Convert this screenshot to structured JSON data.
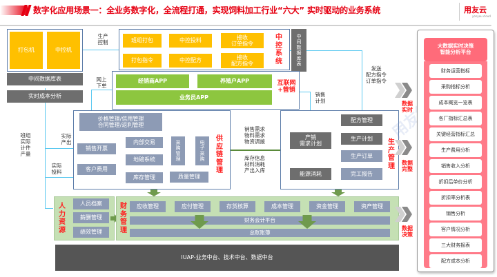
{
  "header": {
    "title": "数字化应用场景一：全业务数字化，全流程打通，实现饲料加工行业“六大” 实时驱动的业务系统",
    "logo": "用友云",
    "logo_sub": "yonyou cloud"
  },
  "left_top": {
    "machines": [
      "打包机",
      "中控机"
    ],
    "mid_db": "中间数据库表",
    "realtime_cost": "实时成本分析"
  },
  "labels": {
    "production_control": "生产\n控制",
    "online_order": "网上\n下单",
    "send_cmds": "发送\n配方指令\n订单指令",
    "sales_plan": "销售\n计划",
    "team_output": "班组\n实际\n计件\n产量",
    "actual_output": "实际\n产出",
    "actual_input": "实际\n投料",
    "sc_flow_top": "销售需求\n物料需求\n物资调拨",
    "sc_flow_bottom": "库存信息\n材料消耗\n产出入库"
  },
  "central_control": {
    "title": "中\n控\n系\n统",
    "boxes": [
      "班组打包",
      "中控投料",
      "接收\n订单指令",
      "打包指令",
      "中控配方",
      "接收\n配方指令"
    ],
    "side_db": "中\n间\n数\n据\n库\n表"
  },
  "internet": {
    "title": "互联网\n+营销",
    "apps": [
      "经销商APP",
      "养殖户APP",
      "业务员APP"
    ]
  },
  "supply_chain": {
    "title": "供\n应\n链\n管\n理",
    "price_mgmt": "价格管理/信用管理\n合同管理/返利管理",
    "sales_invoice": "销售开票",
    "customer_fee": "客户费用",
    "internal_trade": "内部交易",
    "weighbridge": "地磅系统",
    "inventory": "库存管理",
    "purchase": "采\n购\n管\n理",
    "e_purchase": "电\n子\n采\n购",
    "quality": "质量管理"
  },
  "production": {
    "title": "生\n产\n管\n理",
    "formula": "配方管理",
    "demand_plan": "产销\n需求计划",
    "prod_plan": "生产计划",
    "prod_order": "生产订单",
    "energy": "能源消耗",
    "completion": "完工报告"
  },
  "hr": {
    "title": "人\n力\n资\n源",
    "items": [
      "人员档案",
      "薪酬管理",
      "绩效管理"
    ]
  },
  "finance": {
    "title": "财\n务\n管\n理",
    "modules": [
      "应收管理",
      "应付管理",
      "存货核算",
      "成本管理",
      "资金管理",
      "资产管理"
    ],
    "platform": "财务会计平台",
    "ledger": "总账账簿"
  },
  "iuap": "IUAP-业务中台、技术中台、数据中台",
  "data_labels": [
    "数据\n实时",
    "数据\n完整",
    "数据\n决策"
  ],
  "right_panel": {
    "title": "大数据实时决策\n智能分析平台",
    "items": [
      "财务运营指标",
      "采购指标分析",
      "成本概览一览表",
      "各厂指标汇总表",
      "关键经营指标汇总",
      "生产费用分析",
      "销售收入分析",
      "折扣后单价分析",
      "折扣率分析表",
      "销售分析",
      "客户情况分析",
      "三大财务报表",
      "配方成本分析"
    ]
  },
  "colors": {
    "accent_red": "#e60012",
    "yellow": "#ffc000",
    "green": "#8dc63f",
    "dark_gray": "#6e6e6e",
    "blue_gray": "#8d9bb5",
    "pink": "#ff7a88"
  }
}
